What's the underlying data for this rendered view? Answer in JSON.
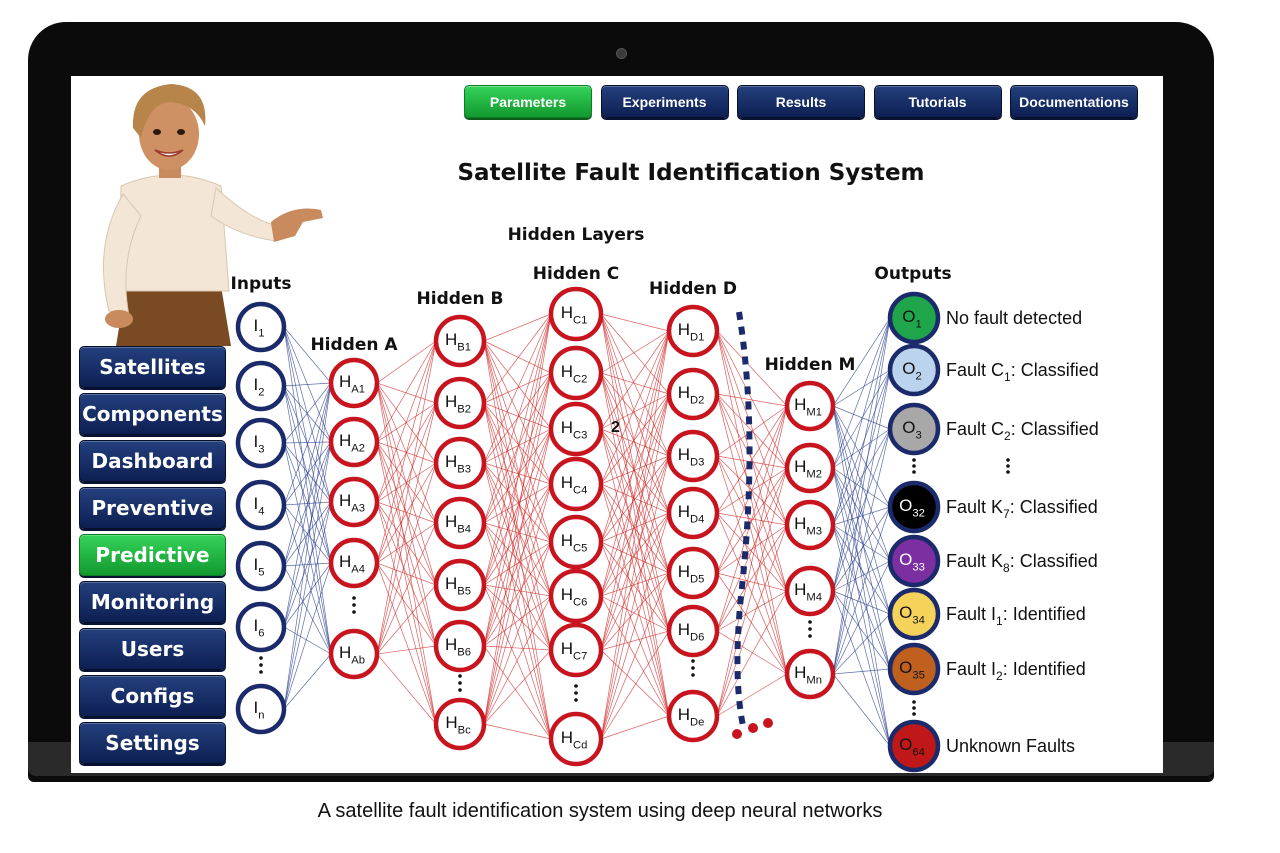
{
  "caption": "A satellite fault identification system using deep neural networks",
  "title": "Satellite Fault Identification System",
  "top_nav": [
    "Parameters",
    "Experiments",
    "Results",
    "Tutorials",
    "Documentations"
  ],
  "top_nav_active": 0,
  "side_nav": [
    "Satellites",
    "Components",
    "Dashboard",
    "Preventive",
    "Predictive",
    "Monitoring",
    "Users",
    "Configs",
    "Settings"
  ],
  "side_nav_active": 4,
  "diagram": {
    "hidden_layers_label": "Hidden Layers",
    "layers": [
      {
        "key": "inputs",
        "label": "Inputs",
        "nodes": [
          [
            "I",
            "1"
          ],
          [
            "I",
            "2"
          ],
          [
            "I",
            "3"
          ],
          [
            "I",
            "4"
          ],
          [
            "I",
            "5"
          ],
          [
            "I",
            "6"
          ],
          [
            "I",
            "n"
          ]
        ],
        "ellipsis_before": 6
      },
      {
        "key": "a",
        "label": "Hidden A",
        "nodes": [
          [
            "H",
            "A1"
          ],
          [
            "H",
            "A2"
          ],
          [
            "H",
            "A3"
          ],
          [
            "H",
            "A4"
          ],
          [
            "H",
            "Ab"
          ]
        ],
        "ellipsis_before": 4
      },
      {
        "key": "b",
        "label": "Hidden B",
        "nodes": [
          [
            "H",
            "B1"
          ],
          [
            "H",
            "B2"
          ],
          [
            "H",
            "B3"
          ],
          [
            "H",
            "B4"
          ],
          [
            "H",
            "B5"
          ],
          [
            "H",
            "B6"
          ],
          [
            "H",
            "Bc"
          ]
        ],
        "ellipsis_before": 6
      },
      {
        "key": "c",
        "label": "Hidden C",
        "nodes": [
          [
            "H",
            "C1"
          ],
          [
            "H",
            "C2"
          ],
          [
            "H",
            "C3"
          ],
          [
            "H",
            "C4"
          ],
          [
            "H",
            "C5"
          ],
          [
            "H",
            "C6"
          ],
          [
            "H",
            "C7"
          ],
          [
            "H",
            "Cd"
          ]
        ],
        "ellipsis_before": 7
      },
      {
        "key": "d",
        "label": "Hidden D",
        "nodes": [
          [
            "H",
            "D1"
          ],
          [
            "H",
            "D2"
          ],
          [
            "H",
            "D3"
          ],
          [
            "H",
            "D4"
          ],
          [
            "H",
            "D5"
          ],
          [
            "H",
            "D6"
          ],
          [
            "H",
            "De"
          ]
        ],
        "ellipsis_before": 6
      },
      {
        "key": "m",
        "label": "Hidden M",
        "nodes": [
          [
            "H",
            "M1"
          ],
          [
            "H",
            "M2"
          ],
          [
            "H",
            "M3"
          ],
          [
            "H",
            "M4"
          ],
          [
            "H",
            "Mn"
          ]
        ],
        "ellipsis_before": 4
      }
    ],
    "stray_label": "2",
    "outputs_label": "Outputs",
    "outputs": [
      {
        "node": [
          "O",
          "1"
        ],
        "color": "#1fa64a",
        "text_color": "#111111",
        "label": [
          [
            "No fault detected",
            ""
          ]
        ]
      },
      {
        "node": [
          "O",
          "2"
        ],
        "color": "#bcd3ee",
        "text_color": "#111111",
        "label": [
          [
            "Fault C",
            ""
          ],
          [
            "1",
            "sub"
          ],
          [
            ": Classified",
            ""
          ]
        ]
      },
      {
        "node": [
          "O",
          "3"
        ],
        "color": "#a8a8a8",
        "text_color": "#111111",
        "label": [
          [
            "Fault C",
            ""
          ],
          [
            "2",
            "sub"
          ],
          [
            ": Classified",
            ""
          ]
        ]
      },
      {
        "node": [
          "O",
          "32"
        ],
        "color": "#000000",
        "text_color": "#ffffff",
        "label": [
          [
            "Fault K",
            ""
          ],
          [
            "7",
            "sub"
          ],
          [
            ": Classified",
            ""
          ]
        ]
      },
      {
        "node": [
          "O",
          "33"
        ],
        "color": "#7b2fa0",
        "text_color": "#ffffff",
        "label": [
          [
            "Fault K",
            ""
          ],
          [
            "8",
            "sub"
          ],
          [
            ": Classified",
            ""
          ]
        ]
      },
      {
        "node": [
          "O",
          "34"
        ],
        "color": "#f5d35a",
        "text_color": "#111111",
        "label": [
          [
            "Fault I",
            ""
          ],
          [
            "1",
            "sub"
          ],
          [
            ": Identified",
            ""
          ]
        ]
      },
      {
        "node": [
          "O",
          "35"
        ],
        "color": "#c0601e",
        "text_color": "#111111",
        "label": [
          [
            "Fault I",
            ""
          ],
          [
            "2",
            "sub"
          ],
          [
            ": Identified",
            ""
          ]
        ]
      },
      {
        "node": [
          "O",
          "64"
        ],
        "color": "#c01818",
        "text_color": "#111111",
        "label": [
          [
            "Unknown Faults",
            ""
          ]
        ]
      }
    ],
    "colors": {
      "input_ring": "#1b2a6b",
      "hidden_ring": "#c8141e",
      "input_edges": "#2b3f8c",
      "hidden_edges": "#d22a2a",
      "dots": "#1b2a6b",
      "red_dots": "#c8141e"
    }
  }
}
